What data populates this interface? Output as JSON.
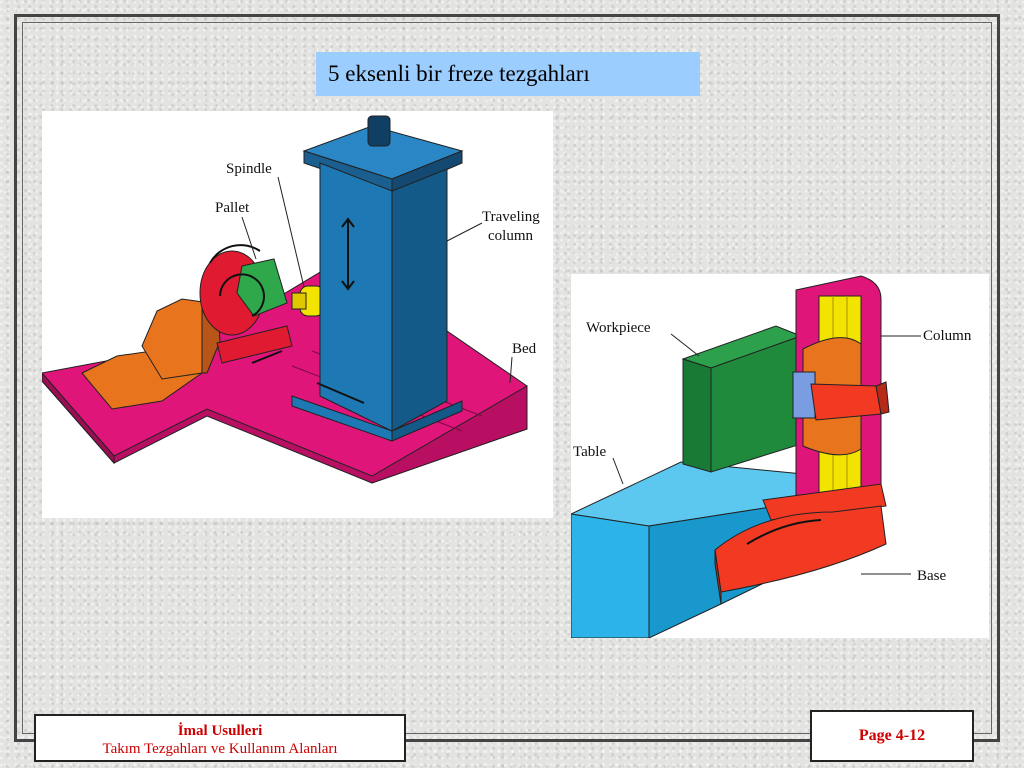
{
  "slide": {
    "title": "5 eksenli bir freze tezgahları"
  },
  "figure_left": {
    "labels": {
      "spindle": "Spindle",
      "pallet": "Pallet",
      "traveling": "Traveling",
      "column": "column",
      "bed": "Bed"
    },
    "colors": {
      "bed": "#e0157a",
      "column": "#1e78b4",
      "pallet": "#2ea84a",
      "fixture": "#e8741e",
      "spindle": "#f2e400"
    }
  },
  "figure_right": {
    "labels": {
      "workpiece": "Workpiece",
      "column": "Column",
      "table": "Table",
      "base": "Base"
    },
    "colors": {
      "table": "#2cb3e8",
      "workpiece": "#1f8a3c",
      "column": "#e0157a",
      "head": "#f23a22",
      "base": "#f23a22"
    }
  },
  "footer": {
    "course_title": "İmal Usulleri",
    "course_subtitle": "Takım Tezgahları ve Kullanım Alanları",
    "page_number": "Page 4-12"
  }
}
